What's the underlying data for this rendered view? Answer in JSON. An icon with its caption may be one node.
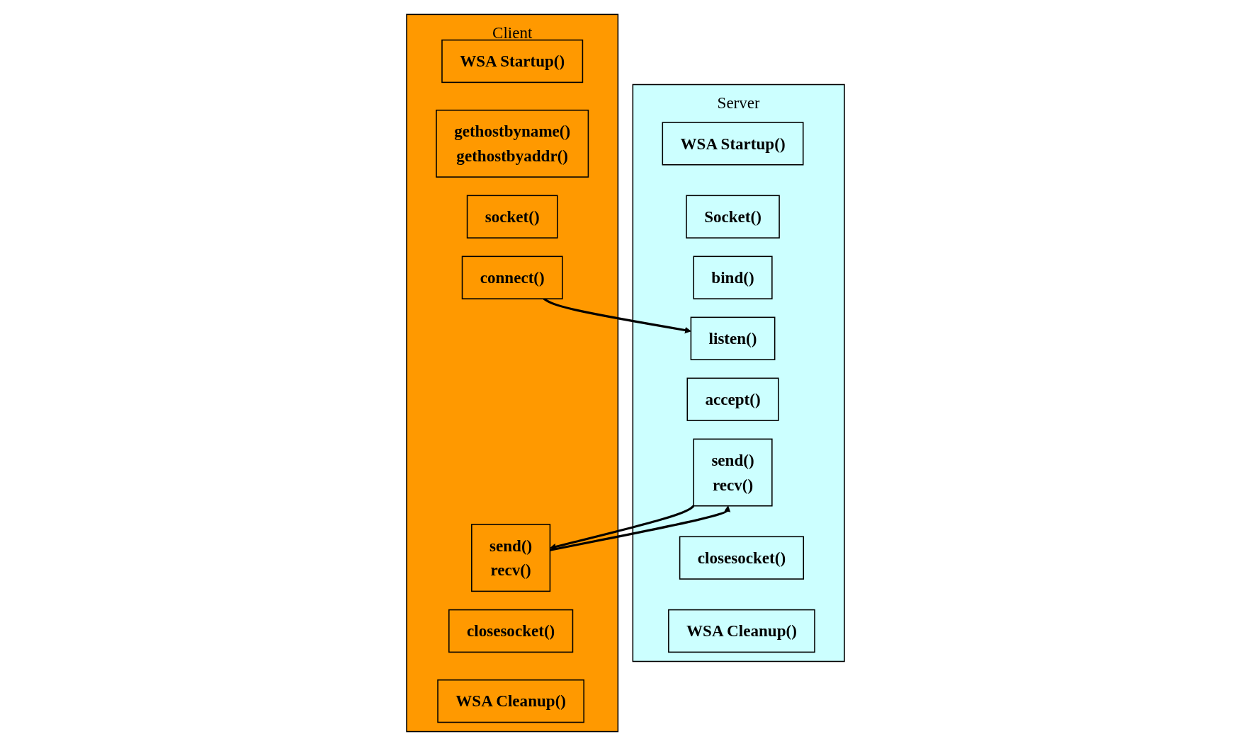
{
  "diagram": {
    "nodes": [
      {
        "text": [
          "Server"
        ]
      },
      {
        "text": [
          "WSA Startup()"
        ],
        "in": 0
      },
      {
        "text": [
          "Socket()"
        ],
        "in": 0
      },
      {
        "text": [
          "bind()"
        ],
        "in": 0
      },
      {
        "text": [
          "listen()"
        ],
        "in": 0
      },
      {
        "text": [
          "accept()"
        ],
        "in": 0
      },
      {
        "text": [
          "send()",
          "recv()"
        ],
        "in": 0
      },
      {
        "text": [
          "closesocket()"
        ],
        "in": 0
      },
      {
        "text": [
          "WSA Cleanup()"
        ],
        "in": 0
      },
      {
        "text": [
          "Client"
        ]
      },
      {
        "text": [
          "WSA Startup()"
        ],
        "in": 9
      },
      {
        "text": [
          "gethostbyname()",
          "gethostbyaddr()"
        ],
        "in": 9
      },
      {
        "text": [
          "socket()"
        ],
        "in": 9
      },
      {
        "text": [
          "connect()"
        ],
        "in": 9
      },
      {
        "text": [
          "send()",
          "recv()"
        ],
        "in": 9
      },
      {
        "text": [
          "closesocket()"
        ],
        "in": 9
      },
      {
        "text": [
          "WSA Cleanup()"
        ],
        "in": 9
      }
    ],
    "edges": [
      {
        "from": 13,
        "to": 4,
        "arrow": "to"
      },
      {
        "from": 6,
        "to": 14,
        "arrow": "to"
      },
      {
        "from": 14,
        "to": 6,
        "arrow": "to"
      }
    ]
  }
}
